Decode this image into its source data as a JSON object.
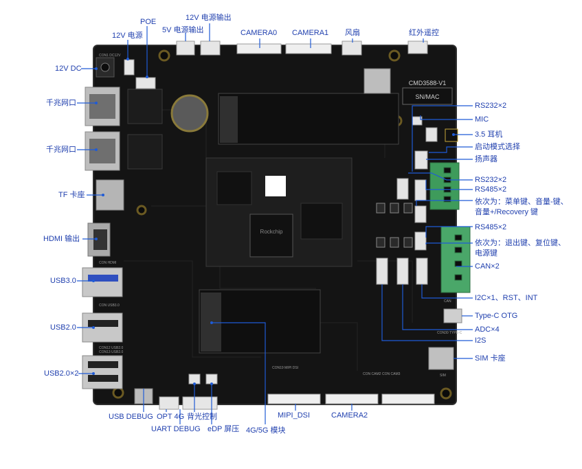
{
  "colors": {
    "label": "#1f3fae",
    "leader": "#1f5bd6",
    "pcb": "#151515",
    "pcb_edge": "#2a2a2a",
    "connector_white": "#e8e8e8",
    "terminal_green": "#3e9b5b",
    "gold": "#c9a93a"
  },
  "board": {
    "model_text": "CMD3588-V1",
    "sn_text": "SN/MAC",
    "soc_text": "Rockchip",
    "silk": {
      "dc12v": "CON1 DC12V",
      "hdmi": "CON HDMI",
      "usb30": "CON USB3.0",
      "usb20": "CON12 USB2.0",
      "usb20x2": "CON13 USB2.0",
      "mipi_dsi": "CON19 MIPI DSI",
      "cam_bottom": "CON CAM2",
      "cam_extra": "CON CAM3",
      "typec": "CON30 TYPE-C",
      "sim": "SIM",
      "can": "CAN"
    }
  },
  "labels": {
    "poe": "POE",
    "v12_out": "12V 电源输出",
    "v12_power": "12V 电源",
    "v5_out": "5V 电源输出",
    "camera0": "CAMERA0",
    "camera1": "CAMERA1",
    "fan": "风扇",
    "ir": "红外遥控",
    "dc12v": "12V DC",
    "eth1": "千兆网口",
    "eth2": "千兆网口",
    "tf": "TF 卡座",
    "hdmi": "HDMI 输出",
    "usb30": "USB3.0",
    "usb20": "USB2.0",
    "usb20x2": "USB2.0×2",
    "usb_debug": "USB DEBUG",
    "opt4g": "OPT 4G",
    "uart_debug": "UART DEBUG",
    "backlight": "背光控制",
    "edp": "eDP 屏压",
    "mod4g5g": "4G/5G 模块",
    "mipi_dsi": "MIPI_DSI",
    "camera2": "CAMERA2",
    "rs232_top": "RS232×2",
    "mic": "MIC",
    "audio35": "3.5 耳机",
    "boot_mode": "启动模式选择",
    "speaker": "扬声器",
    "rs232_mid": "RS232×2",
    "rs485_mid": "RS485×2",
    "keys1_line1": "依次为：菜单键、音量-键、",
    "keys1_line2": "音量+/Recovery 键",
    "rs485_lower": "RS485×2",
    "keys2_line1": "依次为：退出键、复位键、",
    "keys2_line2": "电源键",
    "can": "CAN×2",
    "i2c": "I2C×1、RST、INT",
    "typec_otg": "Type-C OTG",
    "adc": "ADC×4",
    "i2s": "I2S",
    "sim": "SIM 卡座"
  }
}
